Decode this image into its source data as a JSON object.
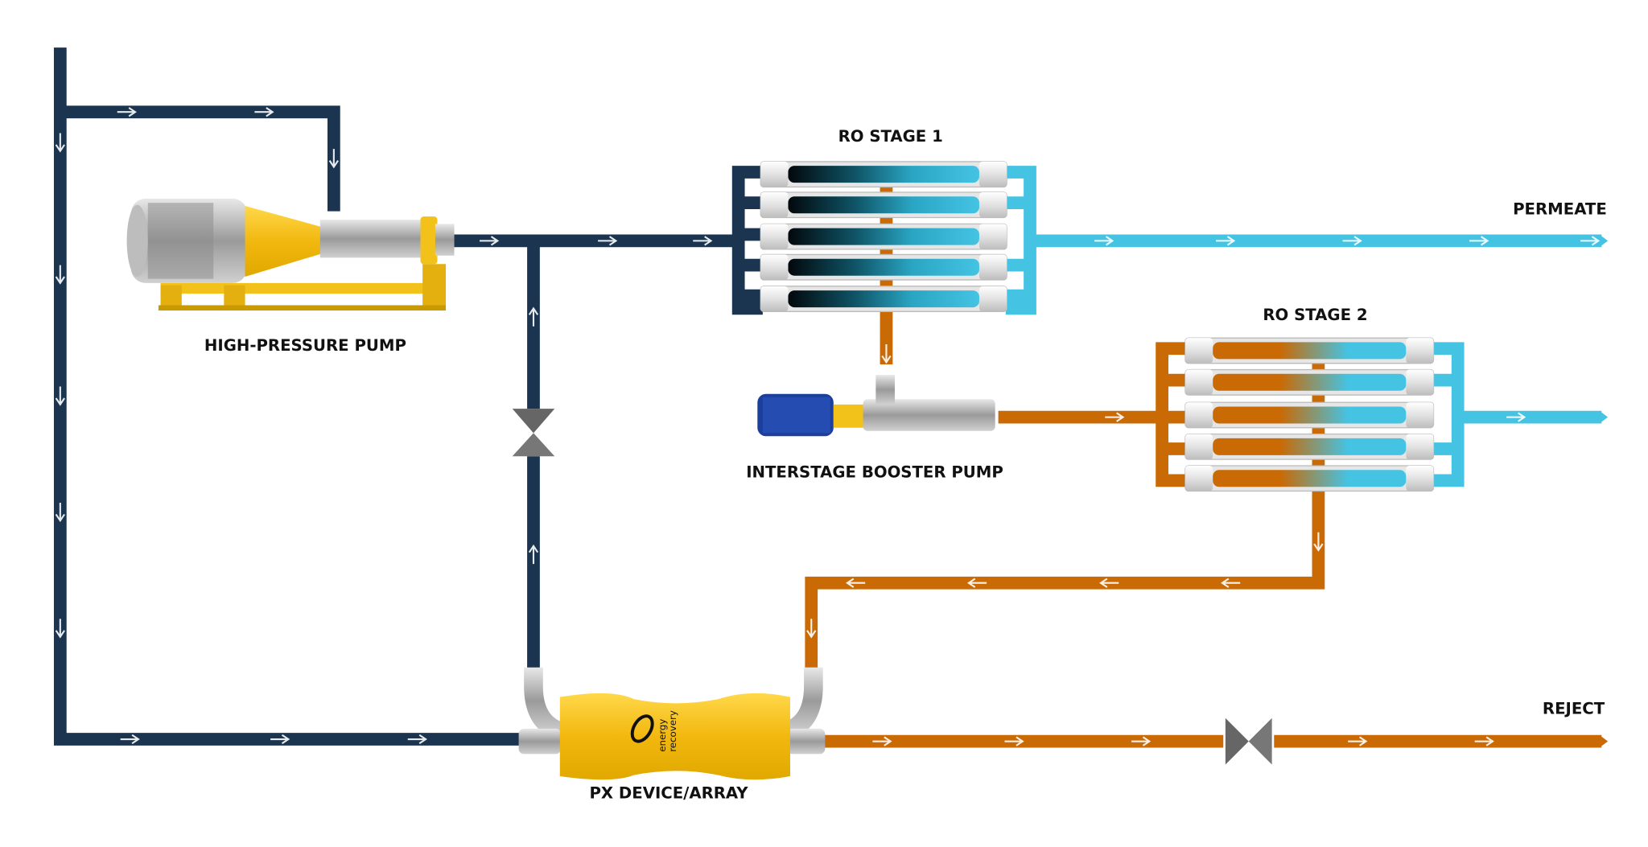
{
  "labels": {
    "high_pressure_pump": "HIGH-PRESSURE PUMP",
    "ro_stage_1": "RO STAGE 1",
    "ro_stage_2": "RO STAGE 2",
    "booster_pump": "INTERSTAGE BOOSTER PUMP",
    "px_device": "PX DEVICE/ARRAY",
    "permeate": "PERMEATE",
    "reject": "REJECT"
  },
  "px_logo": {
    "line1": "energy",
    "line2": "recovery"
  },
  "colors": {
    "seawater": "#1b3550",
    "permeate": "#45c3e3",
    "brine": "#c96a05",
    "equipment_yellow": "#f2c21b",
    "valve": "#666666"
  },
  "icons": [
    "flow-arrow-icon",
    "valve-icon",
    "pump-icon",
    "membrane-vessel-icon",
    "px-device-icon"
  ]
}
